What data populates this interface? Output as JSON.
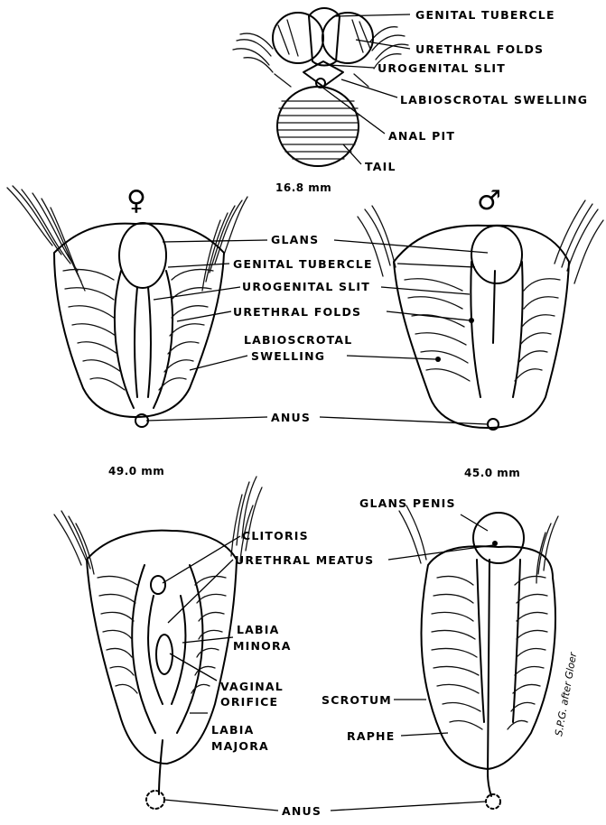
{
  "stage_top": {
    "measure": "16.8 mm",
    "labels": {
      "genital_tubercle": "GENITAL TUBERCLE",
      "urethral_folds": "URETHRAL FOLDS",
      "urogenital_slit": "UROGENITAL SLIT",
      "labioscrotal_swelling": "LABIOSCROTAL SWELLING",
      "anal_pit": "ANAL PIT",
      "tail": "TAIL"
    }
  },
  "stage_middle": {
    "female_symbol": "♀",
    "male_symbol": "♂",
    "measure_female": "49.0 mm",
    "measure_male": "45.0 mm",
    "labels": {
      "glans": "GLANS",
      "genital_tubercle": "GENITAL TUBERCLE",
      "urogenital_slit": "UROGENITAL SLIT",
      "urethral_folds": "URETHRAL FOLDS",
      "labioscrotal_1": "LABIOSCROTAL",
      "labioscrotal_2": "SWELLING",
      "anus": "ANUS"
    }
  },
  "stage_bottom": {
    "female_labels": {
      "clitoris": "CLITORIS",
      "urethral_meatus": "URETHRAL MEATUS",
      "labia_minora_1": "LABIA",
      "labia_minora_2": "MINORA",
      "vaginal_orifice_1": "VAGINAL",
      "vaginal_orifice_2": "ORIFICE",
      "labia_majora_1": "LABIA",
      "labia_majora_2": "MAJORA"
    },
    "male_labels": {
      "glans_penis": "GLANS PENIS",
      "scrotum": "SCROTUM",
      "raphe": "RAPHE"
    },
    "anus": "ANUS",
    "signature": "S.P.G. after Gloer"
  }
}
